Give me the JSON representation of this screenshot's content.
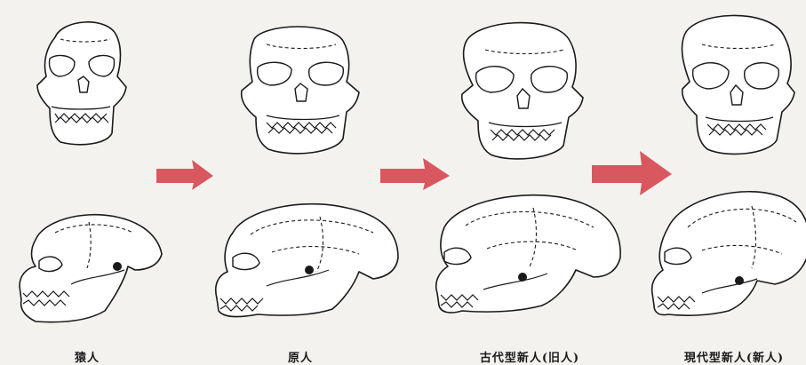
{
  "stages": [
    {
      "label": "猿人"
    },
    {
      "label": "原人"
    },
    {
      "label": "古代型新人(旧人)"
    },
    {
      "label": "現代型新人(新人)"
    }
  ],
  "colors": {
    "arrow": "#d9575f",
    "background": "#f4f2ef",
    "line": "#1a1a1a"
  }
}
